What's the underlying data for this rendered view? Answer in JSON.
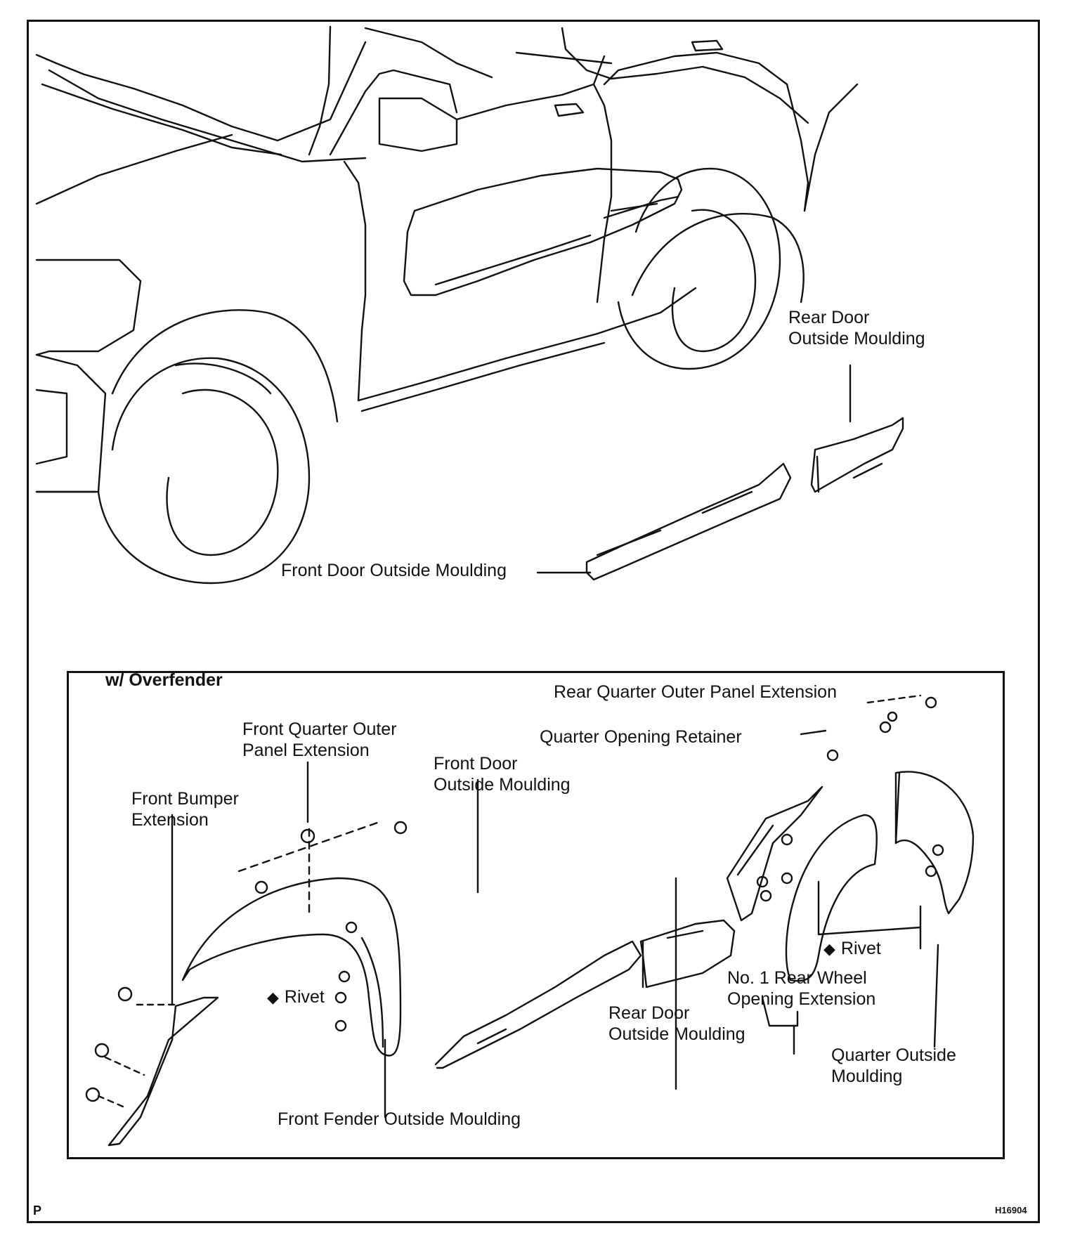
{
  "diagram": {
    "labels": {
      "rear_door_top_line1": "Rear Door",
      "rear_door_top_line2": "Outside Moulding",
      "front_door_top": "Front Door Outside Moulding",
      "inset_title": "w/ Overfender",
      "front_quarter_line1": "Front  Quarter  Outer",
      "front_quarter_line2": "Panel Extension",
      "front_bumper_line1": "Front Bumper",
      "front_bumper_line2": "Extension",
      "front_door_inset_line1": "Front Door",
      "front_door_inset_line2": "Outside Moulding",
      "rear_quarter_outer": "Rear Quarter Outer Panel Extension",
      "quarter_opening_retainer": "Quarter Opening Retainer",
      "rivet_left": "Rivet",
      "rivet_right": "Rivet",
      "rear_door_inset_line1": "Rear Door",
      "rear_door_inset_line2": "Outside Moulding",
      "rear_wheel_line1": "No. 1  Rear Wheel",
      "rear_wheel_line2": "Opening  Extension",
      "quarter_outside_line1": "Quarter  Outside",
      "quarter_outside_line2": "Moulding",
      "front_fender": "Front Fender Outside Moulding"
    },
    "rivet_symbol": "◆",
    "corner_left": "P",
    "corner_right": "H16904"
  }
}
